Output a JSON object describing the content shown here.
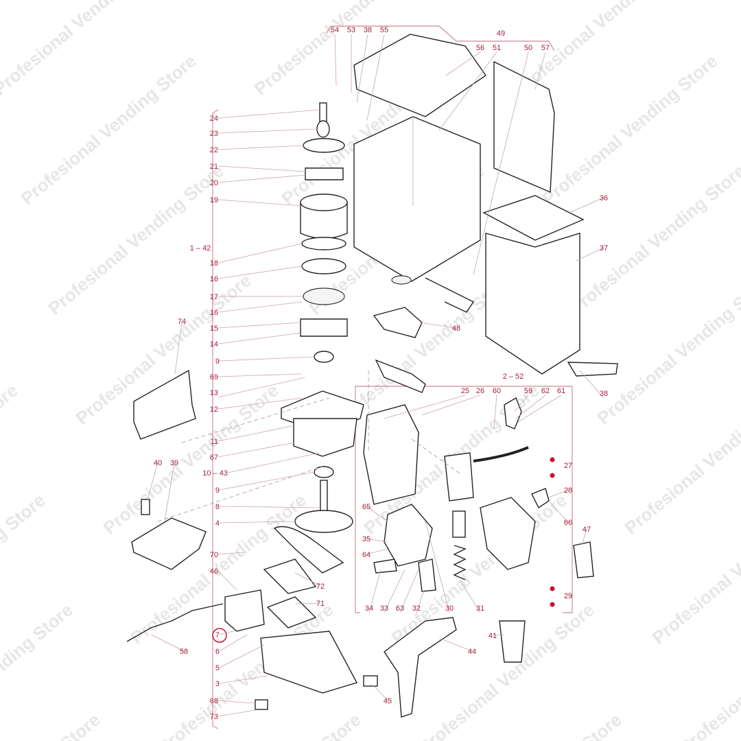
{
  "watermark": "Profesional Vending Store",
  "colors": {
    "label": "#a3203c",
    "leader": "#c9a3ab",
    "bullet": "#c8102e"
  },
  "highlighted_label": "7",
  "labels": [
    "54",
    "53",
    "38",
    "55",
    "49",
    "56",
    "51",
    "50",
    "57",
    "24",
    "23",
    "22",
    "21",
    "20",
    "19",
    "1 – 42",
    "18",
    "16",
    "17",
    "16",
    "15",
    "14",
    "9",
    "69",
    "13",
    "12",
    "11",
    "67",
    "10 – 43",
    "9",
    "8",
    "4",
    "70",
    "46",
    "7",
    "6",
    "5",
    "3",
    "68",
    "73",
    "74",
    "40",
    "39",
    "58",
    "72",
    "71",
    "48",
    "36",
    "37",
    "38",
    "2 – 52",
    "25",
    "26",
    "60",
    "59",
    "62",
    "61",
    "27",
    "28",
    "66",
    "47",
    "29",
    "65",
    "35",
    "64",
    "34",
    "33",
    "63",
    "32",
    "30",
    "31",
    "41",
    "44",
    "45"
  ]
}
